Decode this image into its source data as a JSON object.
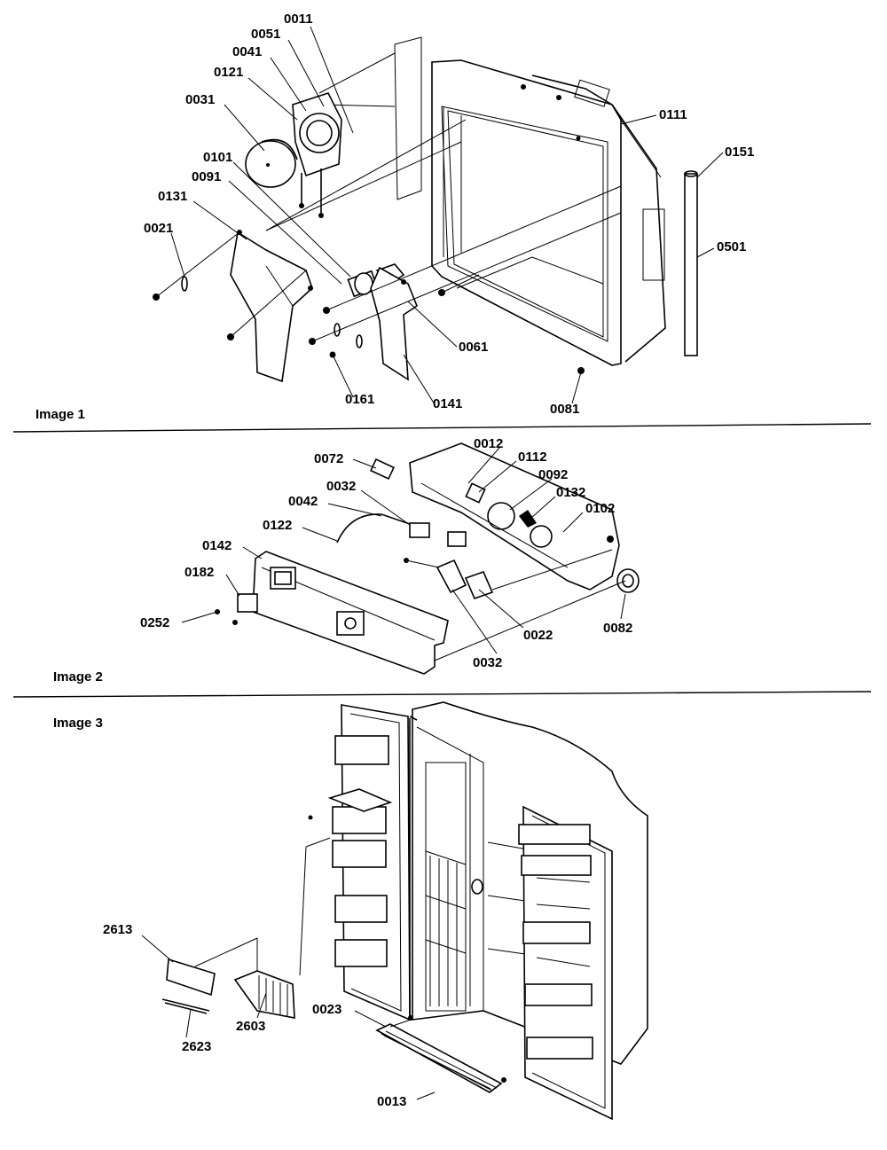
{
  "image1": {
    "caption": "Image 1",
    "labels": {
      "p0011": "0011",
      "p0051": "0051",
      "p0041": "0041",
      "p0121": "0121",
      "p0031": "0031",
      "p0101": "0101",
      "p0091": "0091",
      "p0131": "0131",
      "p0021": "0021",
      "p0111": "0111",
      "p0151": "0151",
      "p0501": "0501",
      "p0061": "0061",
      "p0161": "0161",
      "p0141": "0141",
      "p0081": "0081"
    }
  },
  "image2": {
    "caption": "Image 2",
    "labels": {
      "p0072": "0072",
      "p0012": "0012",
      "p0112": "0112",
      "p0092": "0092",
      "p0132": "0132",
      "p0102": "0102",
      "p0032a": "0032",
      "p0042": "0042",
      "p0122": "0122",
      "p0142": "0142",
      "p0182": "0182",
      "p0252": "0252",
      "p0022": "0022",
      "p0082": "0082",
      "p0032b": "0032"
    }
  },
  "image3": {
    "caption": "Image 3",
    "labels": {
      "p2613": "2613",
      "p2603": "2603",
      "p2623": "2623",
      "p0023": "0023",
      "p0013": "0013"
    }
  }
}
